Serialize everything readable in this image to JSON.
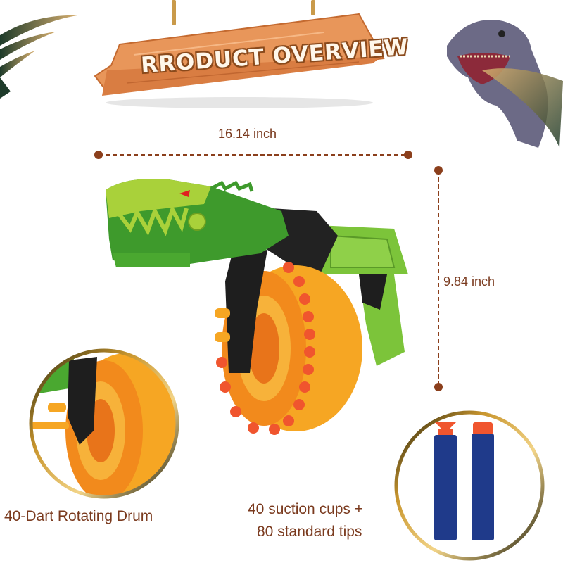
{
  "sign": {
    "title": "RRODUCT OVERVIEW"
  },
  "dimensions": {
    "width": "16.14 inch",
    "height": "9.84 inch"
  },
  "features": [
    {
      "caption": "40-Dart Rotating Drum",
      "icon": "rotating-drum-closeup"
    },
    {
      "caption_line1": "40 suction cups +",
      "caption_line2": "80 standard tips",
      "icon": "foam-darts-closeup"
    }
  ],
  "colors": {
    "text_brown": "#7a3a1e",
    "dimension_line": "#8b3f1c",
    "sign_wood": "#e8965a",
    "blaster_green_light": "#a9d13a",
    "blaster_green_dark": "#3e9a2c",
    "drum_orange": "#f6a623",
    "dart_tip_red": "#f0552e",
    "dart_body_blue": "#1f3a8a"
  }
}
